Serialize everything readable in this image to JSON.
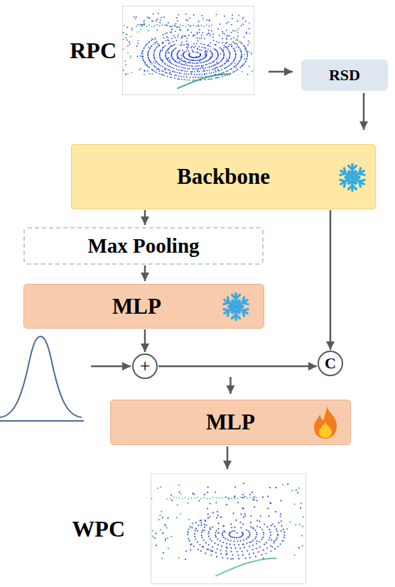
{
  "diagram": {
    "nodes": [
      {
        "text": [
          "RPC"
        ]
      },
      {
        "text": [
          "RSD"
        ]
      },
      {
        "text": [
          "Backbone"
        ]
      },
      {
        "text": [
          "Max Pooling"
        ]
      },
      {
        "text": [
          "MLP"
        ]
      },
      {
        "text": [
          "+"
        ]
      },
      {
        "text": [
          "C"
        ]
      },
      {
        "text": [
          "MLP"
        ]
      },
      {
        "text": [
          "WPC"
        ]
      }
    ],
    "edges": [
      {
        "from": 0,
        "to": 1,
        "arrow": "to"
      },
      {
        "from": 1,
        "to": 2,
        "arrow": "to"
      },
      {
        "from": 2,
        "to": 3,
        "arrow": "to"
      },
      {
        "from": 3,
        "to": 4,
        "arrow": "to"
      },
      {
        "from": 4,
        "to": 5,
        "arrow": "to"
      },
      {
        "from": 5,
        "to": 6,
        "arrow": "to"
      },
      {
        "from": 2,
        "to": 6,
        "arrow": "to"
      },
      {
        "from": 6,
        "to": 7,
        "arrow": "to"
      },
      {
        "from": 7,
        "to": 8,
        "arrow": "to"
      }
    ]
  }
}
